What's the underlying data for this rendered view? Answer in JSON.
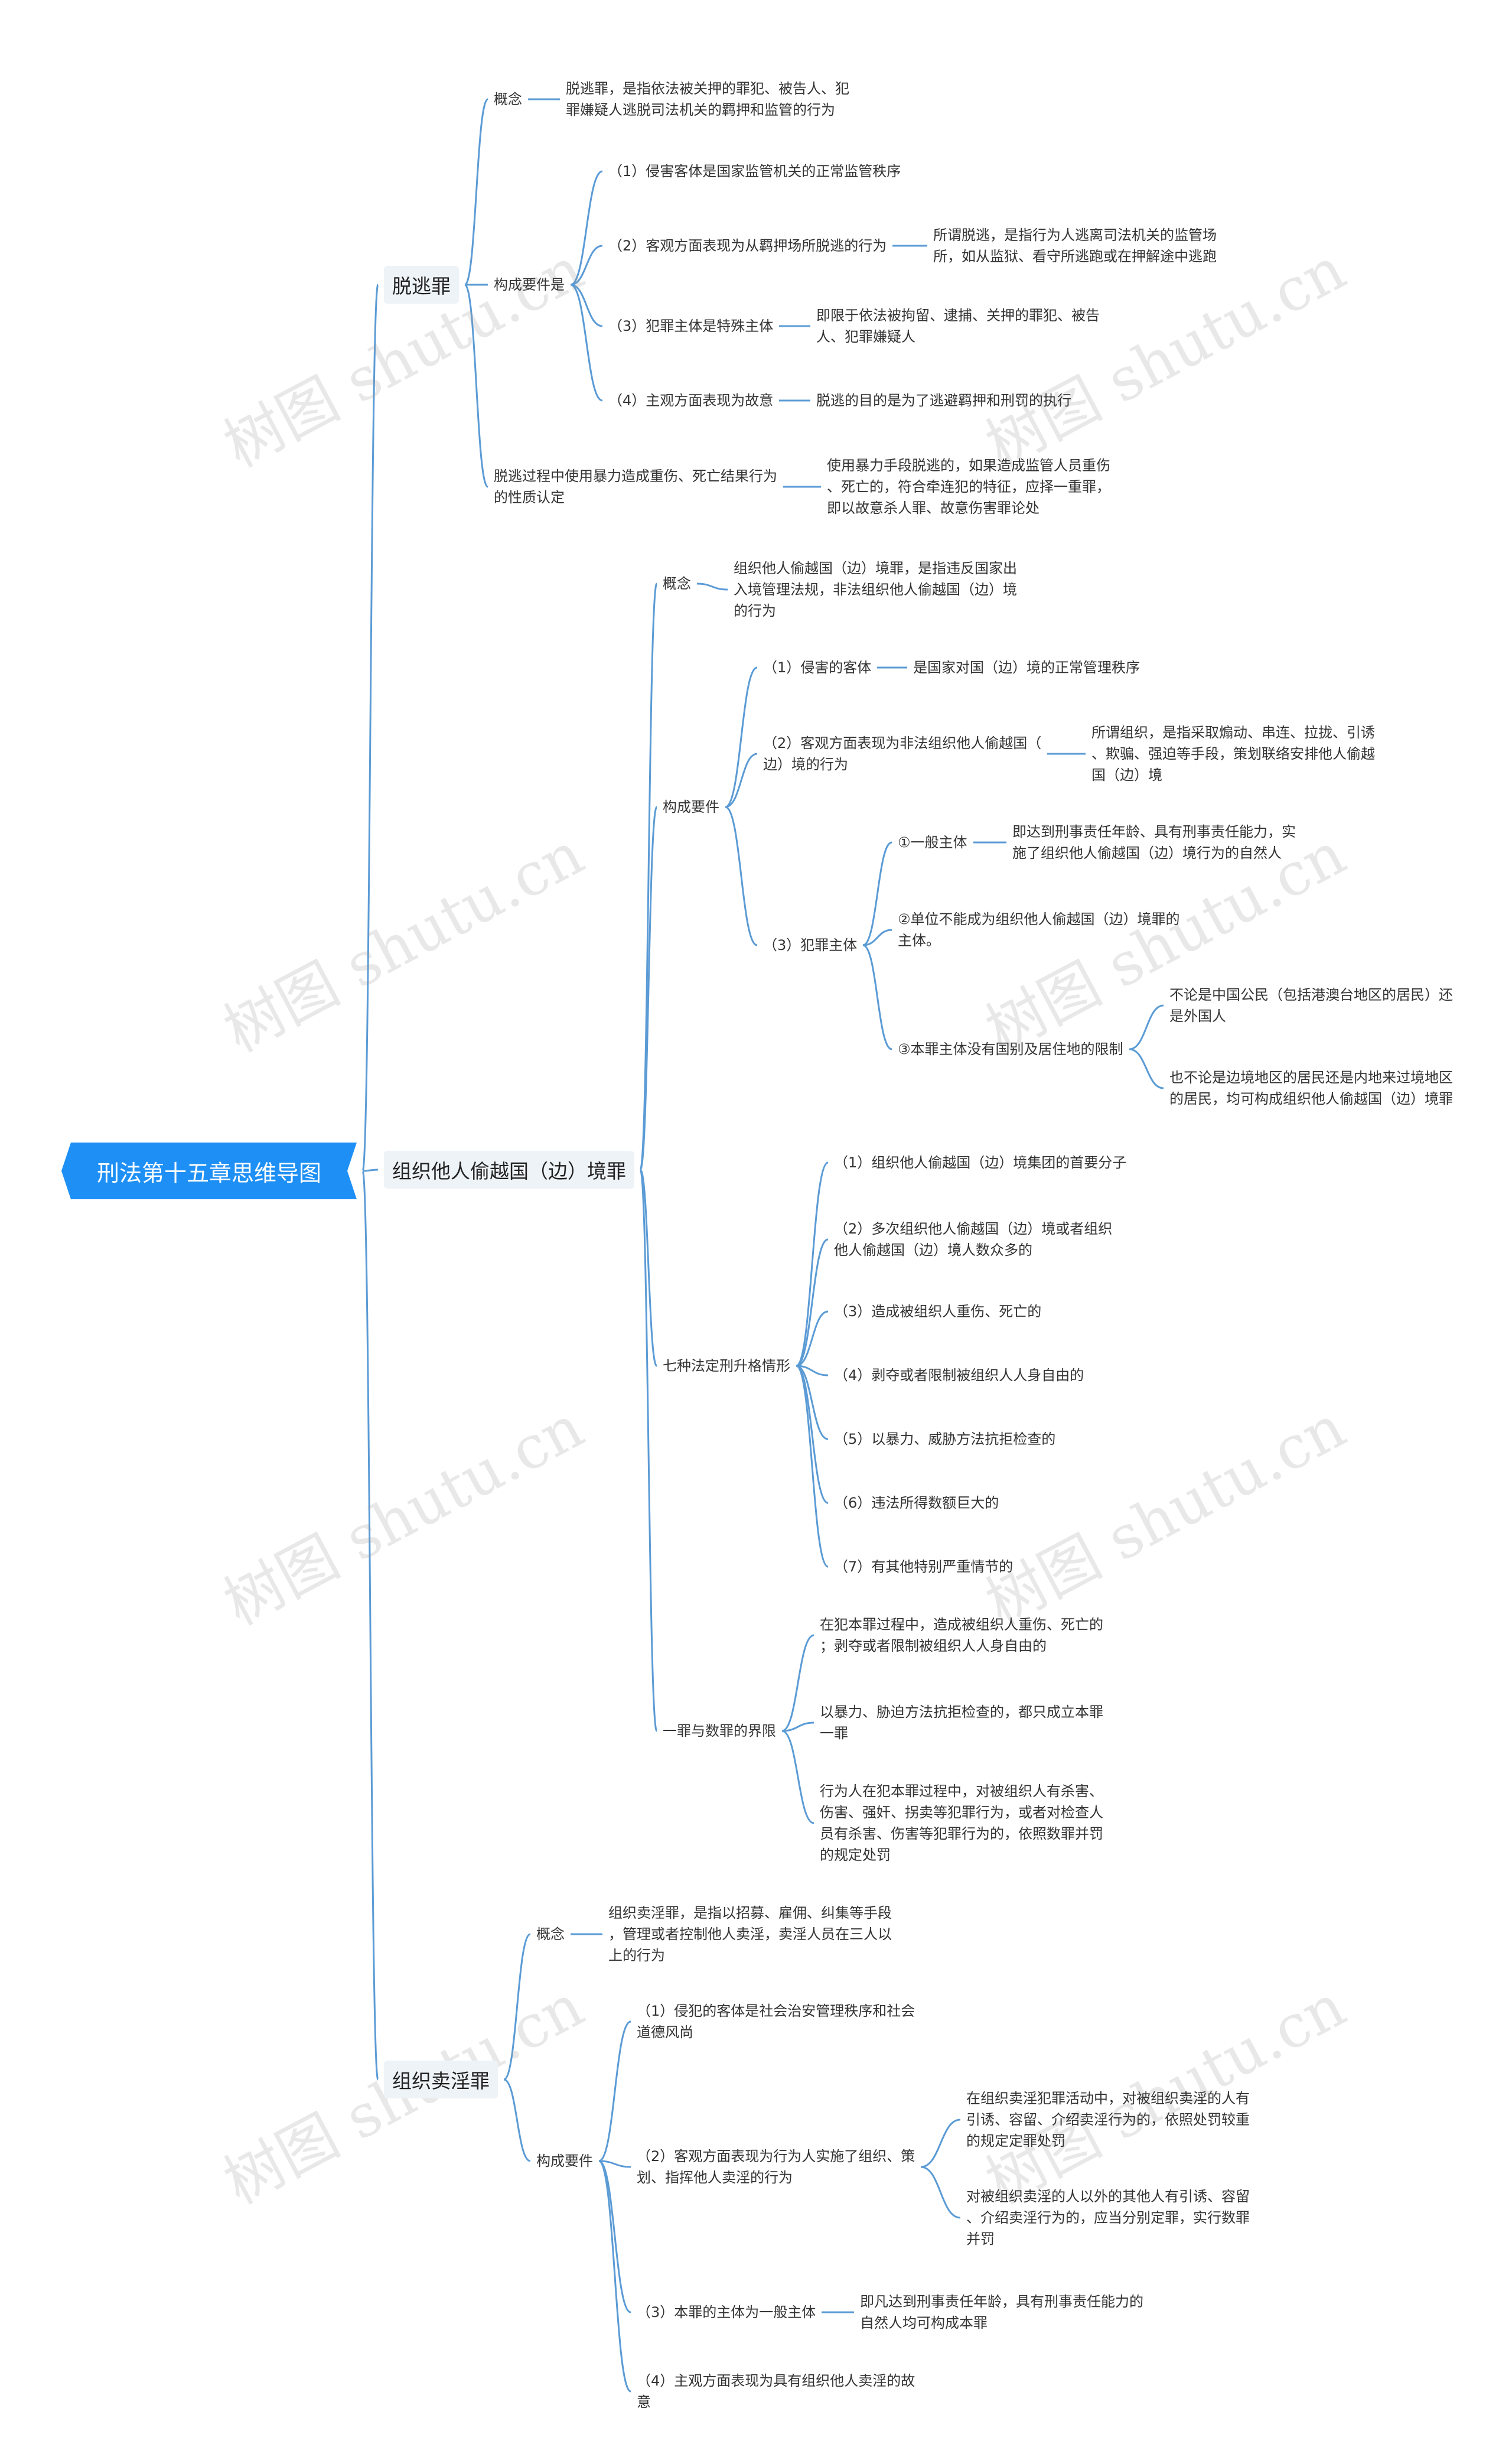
{
  "root": "刑法第十五章思维导图",
  "watermark": "树图 shutu.cn",
  "colors": {
    "accent": "#1e90f5",
    "edge": "#5b9bd5"
  },
  "n": {
    "escape": "脱逃罪",
    "esc_concept": "概念",
    "esc_concept_text": "脱逃罪，是指依法被关押的罪犯、被告人、犯\n罪嫌疑人逃脱司法机关的羁押和监管的行为",
    "esc_elements": "构成要件是",
    "esc_e1": "（1）侵害客体是国家监管机关的正常监管秩序",
    "esc_e2": "（2）客观方面表现为从羁押场所脱逃的行为",
    "esc_e2_note": "所谓脱逃，是指行为人逃离司法机关的监管场\n所，如从监狱、看守所逃跑或在押解途中逃跑",
    "esc_e3": "（3）犯罪主体是特殊主体",
    "esc_e3_note": "即限于依法被拘留、逮捕、关押的罪犯、被告\n人、犯罪嫌疑人",
    "esc_e4": "（4）主观方面表现为故意",
    "esc_e4_note": "脱逃的目的是为了逃避羁押和刑罚的执行",
    "esc_violence": "脱逃过程中使用暴力造成重伤、死亡结果行为\n的性质认定",
    "esc_violence_note": "使用暴力手段脱逃的，如果造成监管人员重伤\n、死亡的，符合牵连犯的特征，应择一重罪，\n即以故意杀人罪、故意伤害罪论处",
    "cross": "组织他人偷越国（边）境罪",
    "cr_concept": "概念",
    "cr_concept_text": "组织他人偷越国（边）境罪，是指违反国家出\n入境管理法规，非法组织他人偷越国（边）境\n的行为",
    "cr_elements": "构成要件",
    "cr_e1": "（1）侵害的客体",
    "cr_e1_note": "是国家对国（边）境的正常管理秩序",
    "cr_e2": "（2）客观方面表现为非法组织他人偷越国（\n边）境的行为",
    "cr_e2_note": "所谓组织，是指采取煽动、串连、拉拢、引诱\n、欺骗、强迫等手段，策划联络安排他人偷越\n国（边）境",
    "cr_e3": "（3）犯罪主体",
    "cr_s1": "①一般主体",
    "cr_s1_note": "即达到刑事责任年龄、具有刑事责任能力，实\n施了组织他人偷越国（边）境行为的自然人",
    "cr_s2": "②单位不能成为组织他人偷越国（边）境罪的\n主体。",
    "cr_s3": "③本罪主体没有国别及居住地的限制",
    "cr_s3_a": "不论是中国公民（包括港澳台地区的居民）还\n是外国人",
    "cr_s3_b": "也不论是边境地区的居民还是内地来过境地区\n的居民，均可构成组织他人偷越国（边）境罪",
    "cr_seven": "七种法定刑升格情形",
    "cr_7_1": "（1）组织他人偷越国（边）境集团的首要分子",
    "cr_7_2": "（2）多次组织他人偷越国（边）境或者组织\n他人偷越国（边）境人数众多的",
    "cr_7_3": "（3）造成被组织人重伤、死亡的",
    "cr_7_4": "（4）剥夺或者限制被组织人人身自由的",
    "cr_7_5": "（5）以暴力、威胁方法抗拒检查的",
    "cr_7_6": "（6）违法所得数额巨大的",
    "cr_7_7": "（7）有其他特别严重情节的",
    "cr_boundary": "一罪与数罪的界限",
    "cr_b1": "在犯本罪过程中，造成被组织人重伤、死亡的\n；剥夺或者限制被组织人人身自由的",
    "cr_b2": "以暴力、胁迫方法抗拒检查的，都只成立本罪\n一罪",
    "cr_b3": "行为人在犯本罪过程中，对被组织人有杀害、\n伤害、强奸、拐卖等犯罪行为，或者对检查人\n员有杀害、伤害等犯罪行为的，依照数罪并罚\n的规定处罚",
    "pros": "组织卖淫罪",
    "pr_concept": "概念",
    "pr_concept_text": "组织卖淫罪，是指以招募、雇佣、纠集等手段\n，管理或者控制他人卖淫，卖淫人员在三人以\n上的行为",
    "pr_elements": "构成要件",
    "pr_e1": "（1）侵犯的客体是社会治安管理秩序和社会\n道德风尚",
    "pr_e2": "（2）客观方面表现为行为人实施了组织、策\n划、指挥他人卖淫的行为",
    "pr_e2_a": "在组织卖淫犯罪活动中，对被组织卖淫的人有\n引诱、容留、介绍卖淫行为的，依照处罚较重\n的规定定罪处罚",
    "pr_e2_b": "对被组织卖淫的人以外的其他人有引诱、容留\n、介绍卖淫行为的，应当分别定罪，实行数罪\n并罚",
    "pr_e3": "（3）本罪的主体为一般主体",
    "pr_e3_note": "即凡达到刑事责任年龄，具有刑事责任能力的\n自然人均可构成本罪",
    "pr_e4": "（4）主观方面表现为具有组织他人卖淫的故\n意"
  }
}
